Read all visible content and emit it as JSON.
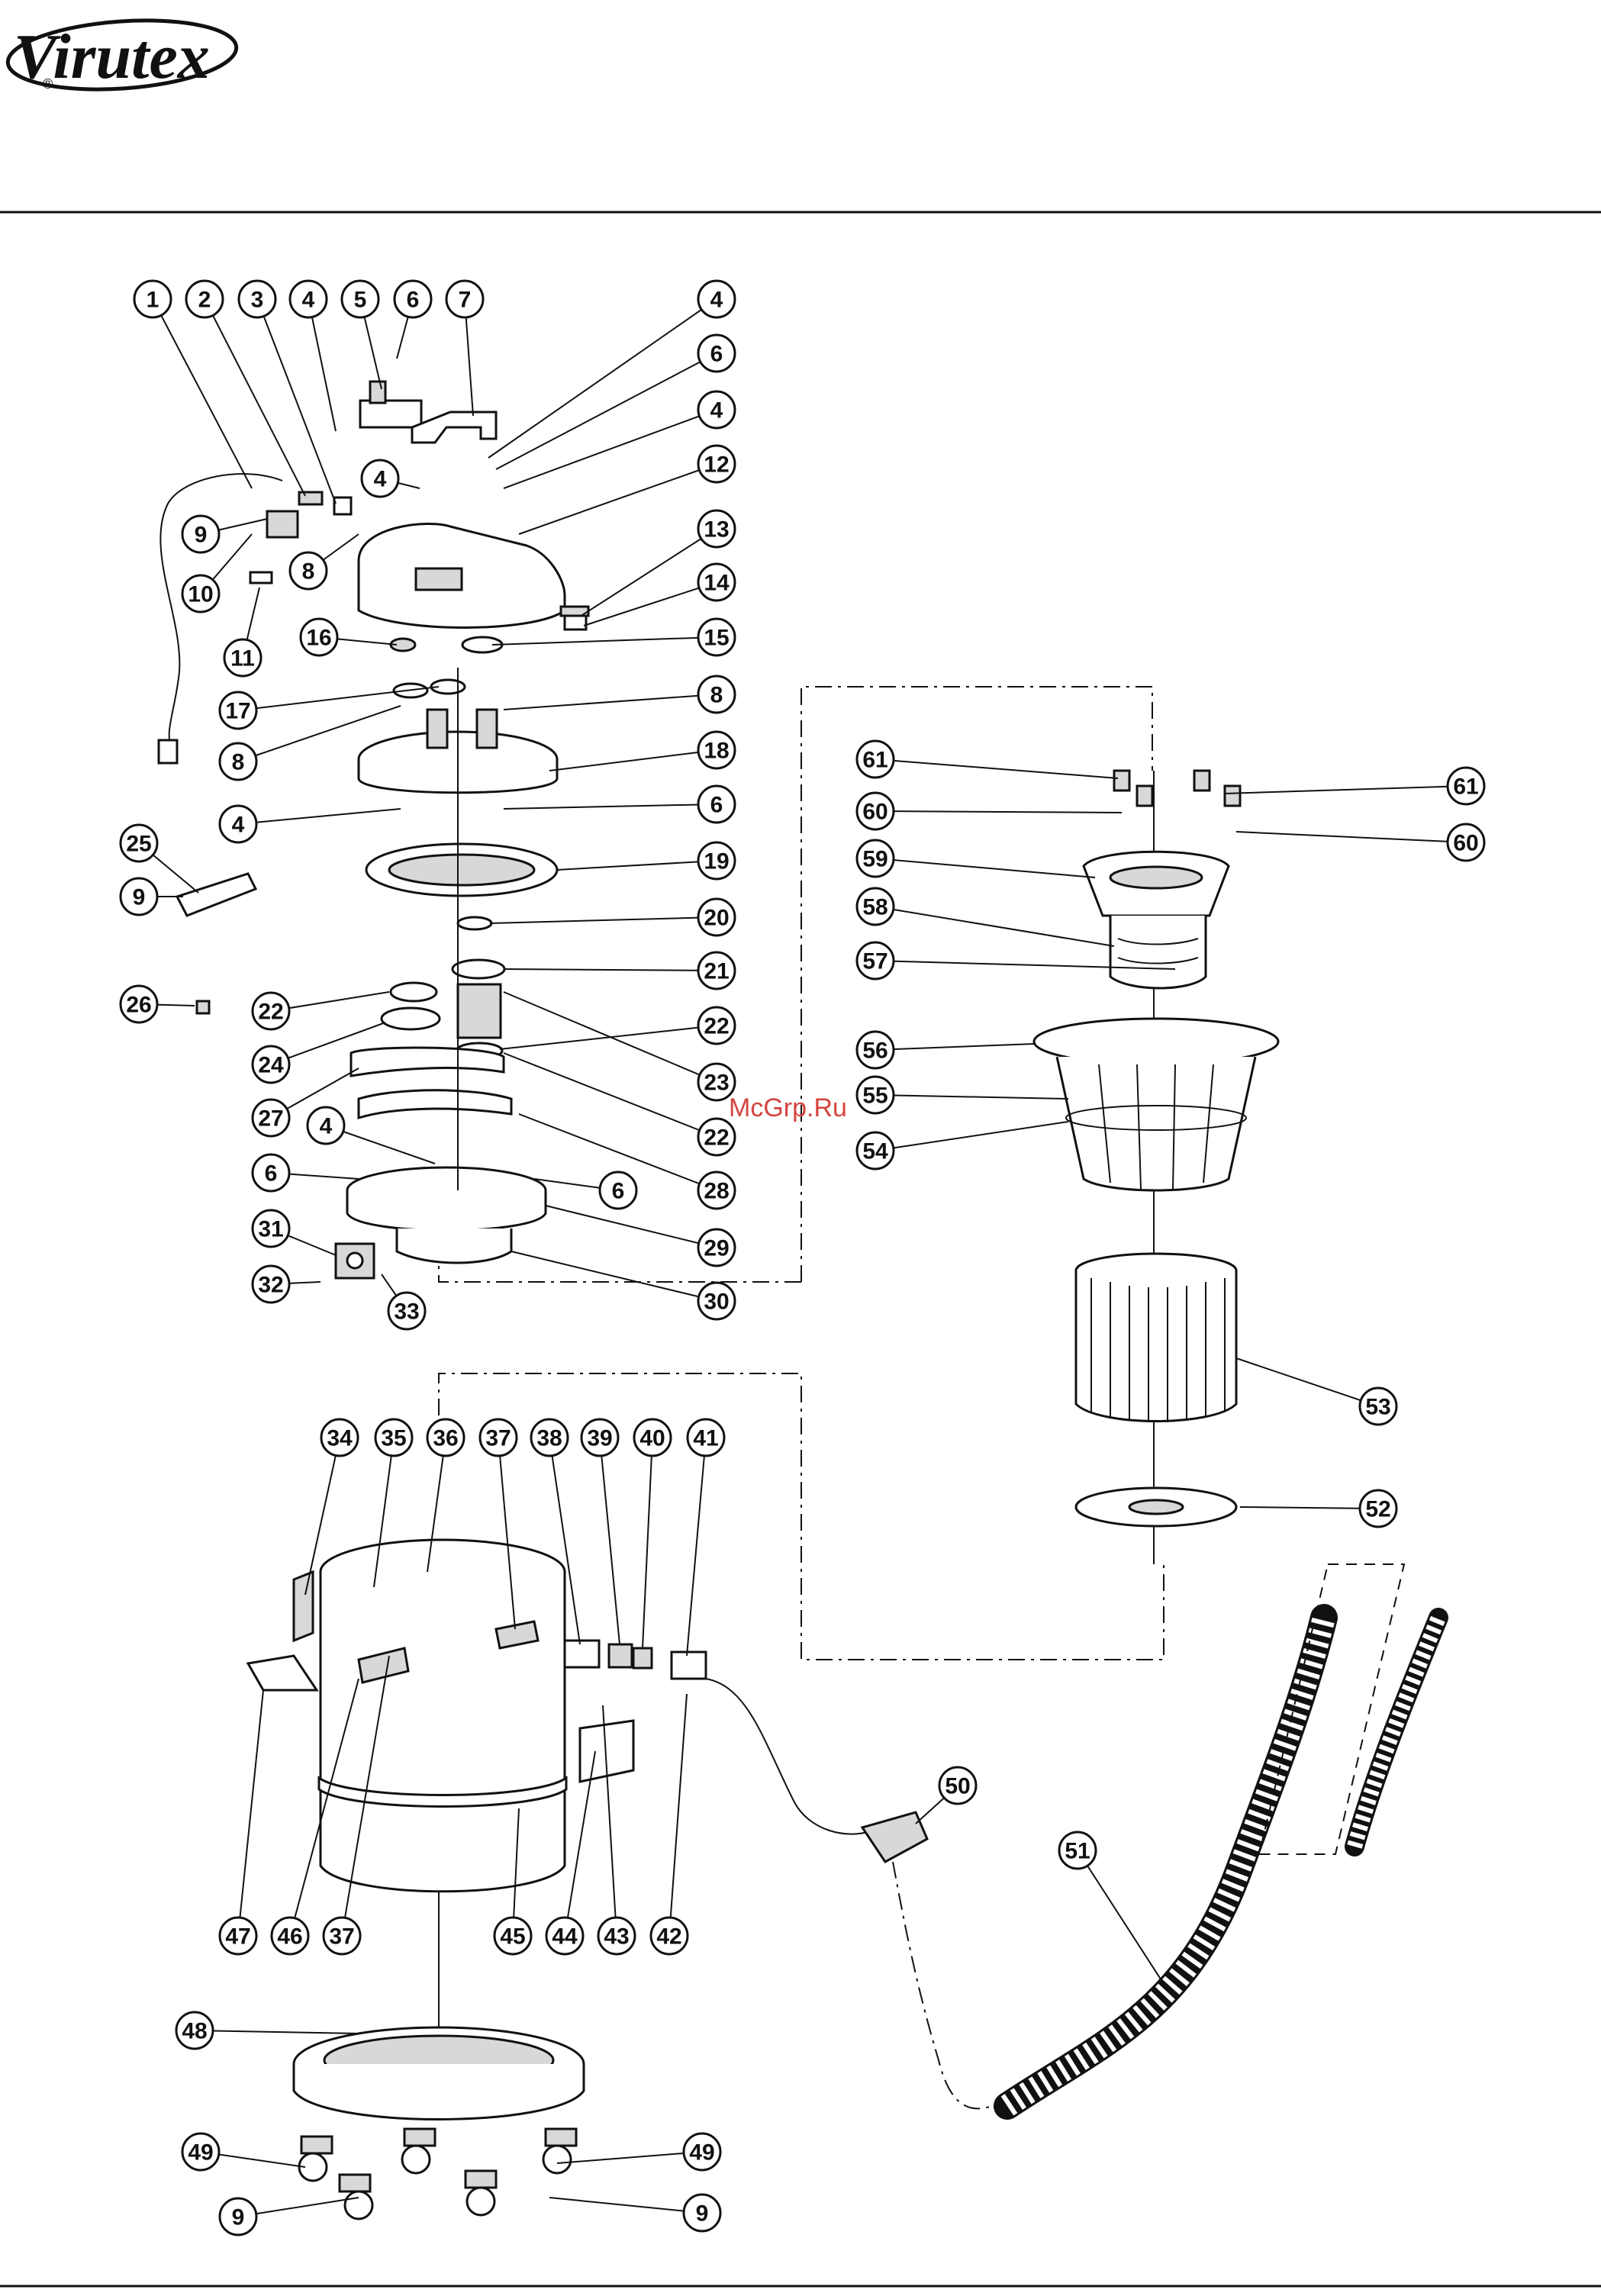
{
  "header": {
    "brand": "Virutex",
    "registered": "®"
  },
  "watermark": {
    "text": "McGrp.Ru"
  },
  "colors": {
    "ink": "#111111",
    "paper": "#ffffff",
    "watermark": "#d4453f"
  },
  "callouts": [
    {
      "label": "1"
    },
    {
      "label": "2"
    },
    {
      "label": "3"
    },
    {
      "label": "4"
    },
    {
      "label": "5"
    },
    {
      "label": "6"
    },
    {
      "label": "7"
    },
    {
      "label": "4"
    },
    {
      "label": "6"
    },
    {
      "label": "4"
    },
    {
      "label": "12"
    },
    {
      "label": "4"
    },
    {
      "label": "9"
    },
    {
      "label": "8"
    },
    {
      "label": "13"
    },
    {
      "label": "10"
    },
    {
      "label": "14"
    },
    {
      "label": "11"
    },
    {
      "label": "16"
    },
    {
      "label": "15"
    },
    {
      "label": "17"
    },
    {
      "label": "8"
    },
    {
      "label": "8"
    },
    {
      "label": "18"
    },
    {
      "label": "4"
    },
    {
      "label": "6"
    },
    {
      "label": "25"
    },
    {
      "label": "9"
    },
    {
      "label": "19"
    },
    {
      "label": "20"
    },
    {
      "label": "21"
    },
    {
      "label": "26"
    },
    {
      "label": "22"
    },
    {
      "label": "22"
    },
    {
      "label": "24"
    },
    {
      "label": "23"
    },
    {
      "label": "27"
    },
    {
      "label": "22"
    },
    {
      "label": "4"
    },
    {
      "label": "6"
    },
    {
      "label": "28"
    },
    {
      "label": "6"
    },
    {
      "label": "29"
    },
    {
      "label": "31"
    },
    {
      "label": "32"
    },
    {
      "label": "33"
    },
    {
      "label": "30"
    },
    {
      "label": "61"
    },
    {
      "label": "61"
    },
    {
      "label": "60"
    },
    {
      "label": "60"
    },
    {
      "label": "59"
    },
    {
      "label": "58"
    },
    {
      "label": "57"
    },
    {
      "label": "56"
    },
    {
      "label": "55"
    },
    {
      "label": "54"
    },
    {
      "label": "53"
    },
    {
      "label": "52"
    },
    {
      "label": "34"
    },
    {
      "label": "35"
    },
    {
      "label": "36"
    },
    {
      "label": "37"
    },
    {
      "label": "38"
    },
    {
      "label": "39"
    },
    {
      "label": "40"
    },
    {
      "label": "41"
    },
    {
      "label": "50"
    },
    {
      "label": "51"
    },
    {
      "label": "47"
    },
    {
      "label": "46"
    },
    {
      "label": "37"
    },
    {
      "label": "45"
    },
    {
      "label": "44"
    },
    {
      "label": "43"
    },
    {
      "label": "42"
    },
    {
      "label": "48"
    },
    {
      "label": "49"
    },
    {
      "label": "49"
    },
    {
      "label": "9"
    },
    {
      "label": "9"
    }
  ]
}
